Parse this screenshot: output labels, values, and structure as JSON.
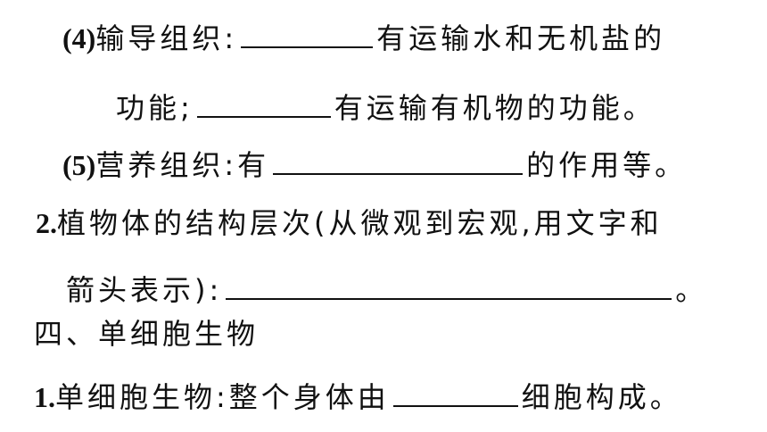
{
  "items": {
    "item4": {
      "number": "(4)",
      "label": "输导组织:",
      "after_blank1": "有运输水和无机盐的",
      "cont_before": "功能;",
      "after_blank2": "有运输有机物的功能。"
    },
    "item5": {
      "number": "(5)",
      "label": "营养组织:有",
      "after_blank": "的作用等。"
    },
    "q2": {
      "number": "2.",
      "text": "植物体的结构层次(从微观到宏观,用文字和",
      "cont": "箭头表示):",
      "end": "。"
    }
  },
  "section": {
    "heading": "四、单细胞生物"
  },
  "q1_single": {
    "number": "1.",
    "text": "单细胞生物:整个身体由",
    "after_blank": "细胞构成。"
  }
}
